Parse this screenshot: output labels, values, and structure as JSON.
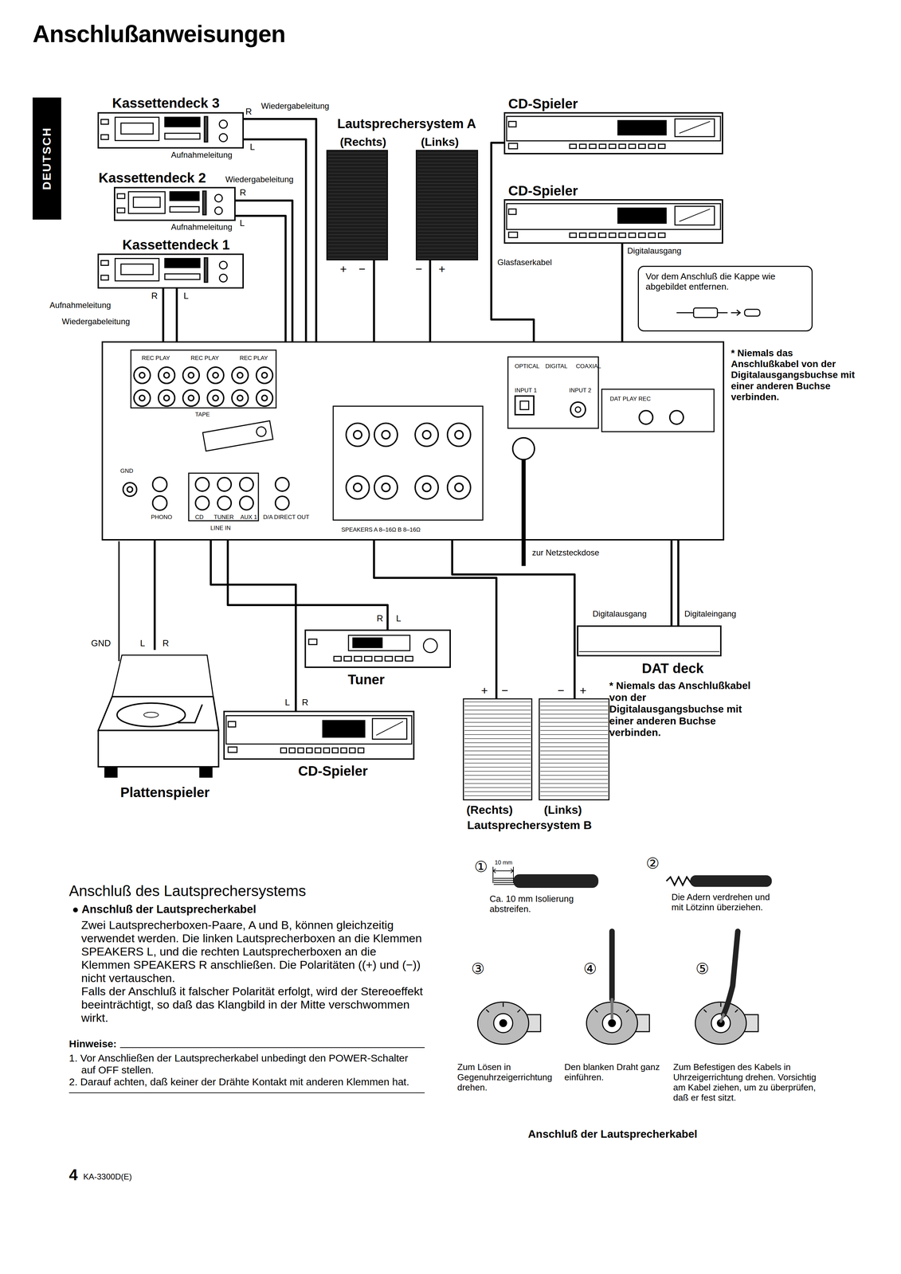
{
  "diagram": {
    "title": "Anschlußanweisungen",
    "caption": "Anschluß der Lautsprecherkabel",
    "nodes": [
      {
        "text": [
          "Kassettendeck 3"
        ]
      },
      {
        "text": [
          "Kassettendeck 2"
        ]
      },
      {
        "text": [
          "Kassettendeck 1"
        ]
      },
      {
        "text": [
          "CD-Spieler"
        ]
      },
      {
        "text": [
          "CD-Spieler"
        ]
      },
      {
        "text": [
          "(Rechts)"
        ]
      },
      {
        "text": [
          "(Links)"
        ]
      },
      {
        "text": [
          "Vor dem Anschluß die Kappe wie abgebildet entfernen."
        ]
      },
      {
        "text": [
          "REC PLAY",
          "REC PLAY",
          "REC PLAY",
          "TAPE",
          "GND",
          "PHONO",
          "CD",
          "TUNER",
          "AUX 1",
          "LINE IN",
          "D/A DIRECT OUT",
          "SPEAKERS A 8–16Ω B 8–16Ω",
          "OPTICAL",
          "DIGITAL",
          "COAXIAL",
          "INPUT 1",
          "INPUT 2",
          "DAT PLAY REC"
        ]
      },
      {
        "text": [
          "Tuner"
        ]
      },
      {
        "text": [
          "DAT deck"
        ]
      },
      {
        "text": [
          "Plattenspieler"
        ]
      },
      {
        "text": [
          "CD-Spieler"
        ]
      },
      {
        "text": [
          "(Rechts)"
        ]
      },
      {
        "text": [
          "(Links)"
        ]
      }
    ],
    "edges": [
      {
        "from": 0,
        "to": 8,
        "label": "Wiedergabeleitung",
        "arrow": "none"
      },
      {
        "from": 0,
        "to": 8,
        "label": "Aufnahmeleitung",
        "arrow": "none"
      },
      {
        "from": 1,
        "to": 8,
        "label": "Wiedergabeleitung",
        "arrow": "none"
      },
      {
        "from": 1,
        "to": 8,
        "label": "Aufnahmeleitung",
        "arrow": "none"
      },
      {
        "from": 2,
        "to": 8,
        "label": "Aufnahmeleitung",
        "arrow": "none"
      },
      {
        "from": 2,
        "to": 8,
        "label": "Wiedergabeleitung",
        "arrow": "none"
      },
      {
        "from": 3,
        "to": 8,
        "label": "Glasfaserkabel",
        "arrow": "none"
      },
      {
        "from": 4,
        "to": 8,
        "label": "Digitalausgang",
        "arrow": "none"
      },
      {
        "from": 5,
        "to": 8,
        "arrow": "none"
      },
      {
        "from": 6,
        "to": 8,
        "arrow": "none"
      },
      {
        "from": 10,
        "to": 8,
        "label": "Digitalausgang",
        "arrow": "none"
      },
      {
        "from": 10,
        "to": 8,
        "label": "Digitaleingang",
        "arrow": "none"
      },
      {
        "from": 9,
        "to": 8,
        "arrow": "none"
      },
      {
        "from": 12,
        "to": 8,
        "arrow": "none"
      },
      {
        "from": 11,
        "to": 8,
        "arrow": "none"
      },
      {
        "from": 13,
        "to": 8,
        "arrow": "none"
      },
      {
        "from": 14,
        "to": 8,
        "arrow": "none"
      }
    ],
    "labels": [
      "DEUTSCH",
      "R",
      "L",
      "R",
      "L",
      "R",
      "L",
      "Lautsprechersystem A",
      "+",
      "−",
      "−",
      "+",
      "* Niemals das Anschlußkabel von der Digitalausgangsbuchse mit einer anderen Buchse verbinden.",
      "zur Netzsteckdose",
      "GND",
      "L",
      "R",
      "R",
      "L",
      "L",
      "R",
      "+",
      "−",
      "−",
      "+",
      "Lautsprechersystem B",
      "* Niemals das Anschlußkabel von der Digitalausgangsbuchse mit einer anderen Buchse verbinden.",
      "Anschluß des Lautsprechersystems",
      "Anschluß der Lautsprecherkabel",
      "Zwei Lautsprecherboxen-Paare, A und B, können gleichzeitig verwendet werden. Die linken Lautsprecherboxen an die Klemmen SPEAKERS L, und die rechten Lautsprecherboxen an die Klemmen SPEAKERS R anschließen. Die Polaritäten ((+) und (−)) nicht vertauschen.",
      "Falls der Anschluß it falscher Polarität erfolgt, wird der Stereoeffekt beeinträchtigt, so daß das Klangbild in der Mitte verschwommen wirkt.",
      "Hinweise:",
      "1. Vor Anschließen der Lautsprecherkabel unbedingt den POWER-Schalter auf OFF stellen.",
      "2. Darauf achten, daß keiner der Drähte Kontakt mit anderen Klemmen hat.",
      "①",
      "10 mm",
      "Ca. 10 mm Isolierung abstreifen.",
      "②",
      "Die Adern verdrehen und mit Lötzinn überziehen.",
      "③",
      "④",
      "⑤",
      "Zum Lösen in Gegenuhrzeigerrichtung drehen.",
      "Den blanken Draht ganz einführen.",
      "Zum Befestigen des Kabels in Uhrzeigerrichtung drehen. Vorsichtig am Kabel ziehen, um zu überprüfen, daß er fest sitzt.",
      "4",
      "KA-3300D(E)"
    ]
  }
}
